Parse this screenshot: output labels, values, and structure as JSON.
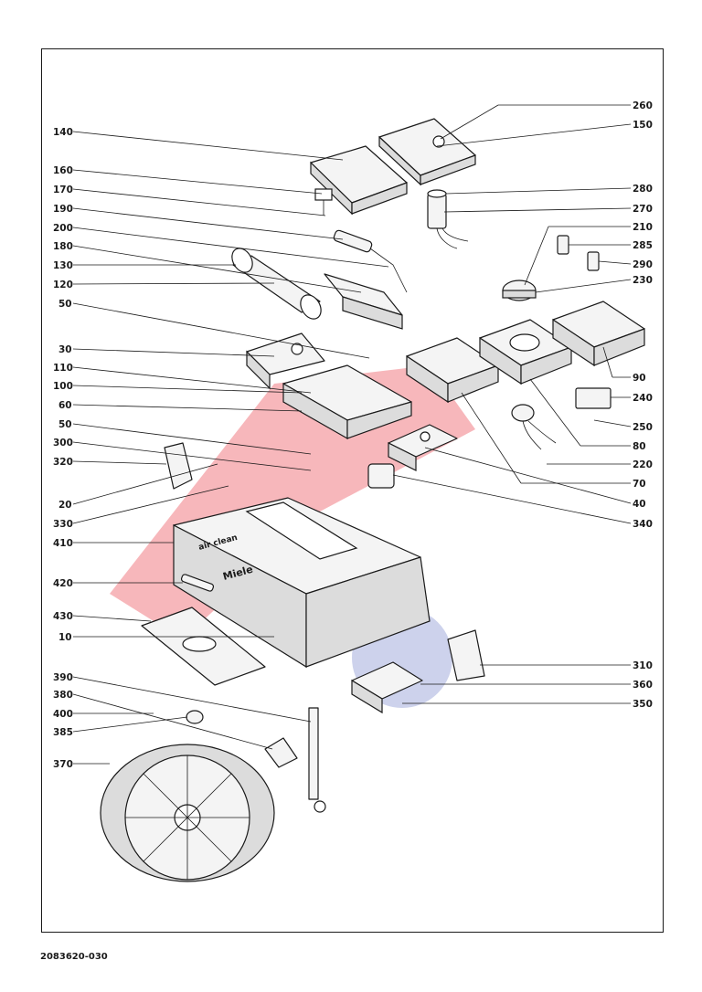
{
  "document_number": "2083620-030",
  "panel_text": {
    "brand": "Miele",
    "product_text": "air clean"
  },
  "watermark": {
    "brand_color": "#e8323c",
    "accent_color": "#3b4fb5"
  },
  "labels_left": [
    "140",
    "160",
    "170",
    "190",
    "200",
    "180",
    "130",
    "120",
    "50",
    "30",
    "110",
    "100",
    "60",
    "50",
    "300",
    "320",
    "20",
    "330",
    "410",
    "420",
    "430",
    "10",
    "390",
    "380",
    "400",
    "385",
    "370"
  ],
  "labels_right": [
    "260",
    "150",
    "280",
    "270",
    "210",
    "285",
    "290",
    "230",
    "90",
    "240",
    "250",
    "80",
    "220",
    "70",
    "40",
    "340",
    "310",
    "360",
    "350"
  ]
}
